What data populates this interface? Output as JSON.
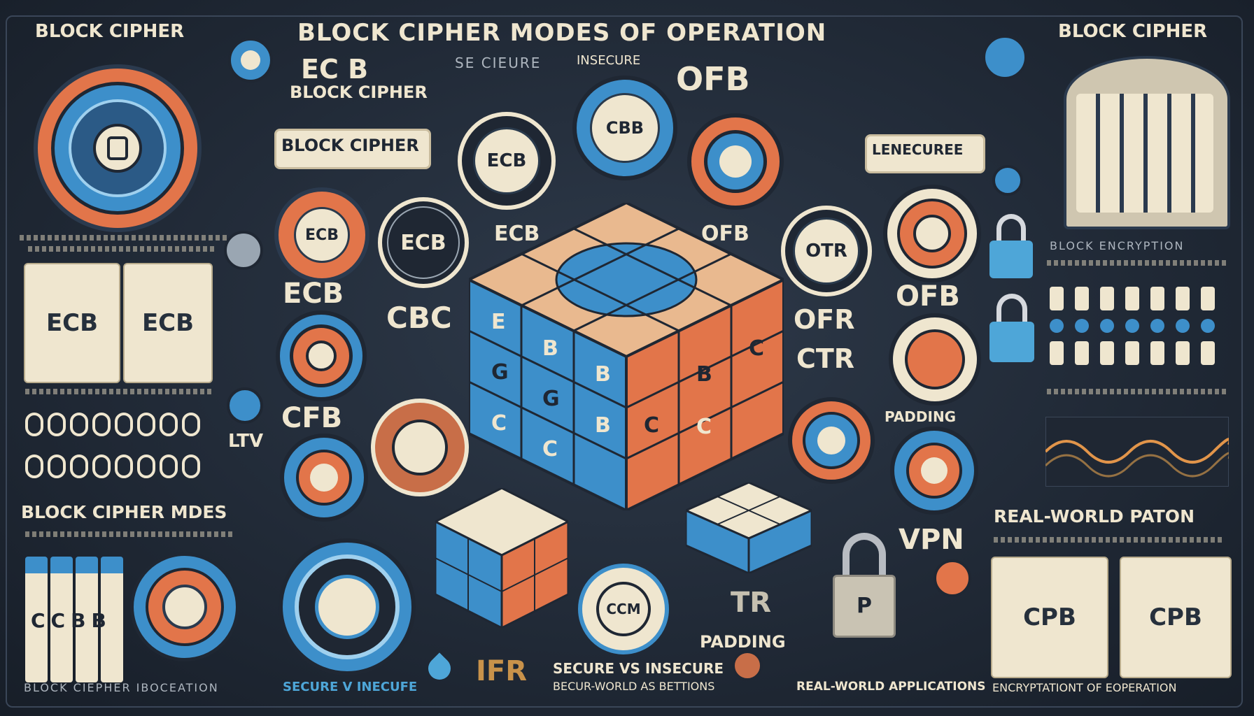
{
  "header": {
    "title": "BLOCK CIPHER MODES OF OPERATION",
    "left_label": "BLOCK CIPHER",
    "right_label": "BLOCK CIPHER"
  },
  "labels": {
    "ecb_split": "EC B",
    "block_cipher_mid": "BLOCK CIPHER",
    "se_cieure": "SE CIEURE",
    "insecure_top": "INSECURE",
    "ofb_top": "OFB",
    "block_cipher_box": "BLOCK CIPHER",
    "lenecuree_box": "LENECUREE",
    "ecb_medal_1": "ECB",
    "cbb_medal": "CBB",
    "ecb_medal_2": "ECB",
    "ecb_medal_3": "ECB",
    "ecb_float": "ECB",
    "ofb_float": "OFB",
    "otr_medal": "OTR",
    "ecb_panel_1": "ECB",
    "ecb_panel_2": "ECB",
    "ecb_big": "ECB",
    "cbc": "CBC",
    "ofr": "OFR",
    "ofb_right": "OFB",
    "ctr": "CTR",
    "cfb": "CFB",
    "ltv": "LTV",
    "padding_right": "PADDING",
    "block_cipher_modes": "BLOCK CIPHER MDES",
    "real_world_paton": "REAL-WORLD PATON",
    "vpn": "VPN",
    "ccbb_panel": "CCBB",
    "ccm_medal": "CCM",
    "tr": "TR",
    "padding_bottom": "PADDING",
    "cpb_panel_1": "CPB",
    "cpb_panel_2": "CPB",
    "lock_letter": "P",
    "ifr": "IFR",
    "secure_vs_insecure": "SECURE VS INSECURE",
    "becur_world": "BECUR-WORLD AS BETTIONS",
    "block_cipher_footer": "BLOCK CIEPHER IBOCEATION",
    "secure_v_inecufe": "SECURE V INECUFE",
    "real_world_applications": "REAL-WORLD APPLICATIONS",
    "encryptation": "ENCRYPTATIONT OF EOPERATION",
    "block_enc_right": "BLOCK ENCRYPTION",
    "cube_letters": [
      "E",
      "B",
      "B",
      "G",
      "G",
      "B",
      "C",
      "C",
      "C",
      "B",
      "C",
      "C"
    ]
  },
  "colors": {
    "background": "#212a37",
    "cream": "#efe6cf",
    "blue": "#3d8fca",
    "orange": "#e2754a",
    "navy": "#1f2733"
  }
}
